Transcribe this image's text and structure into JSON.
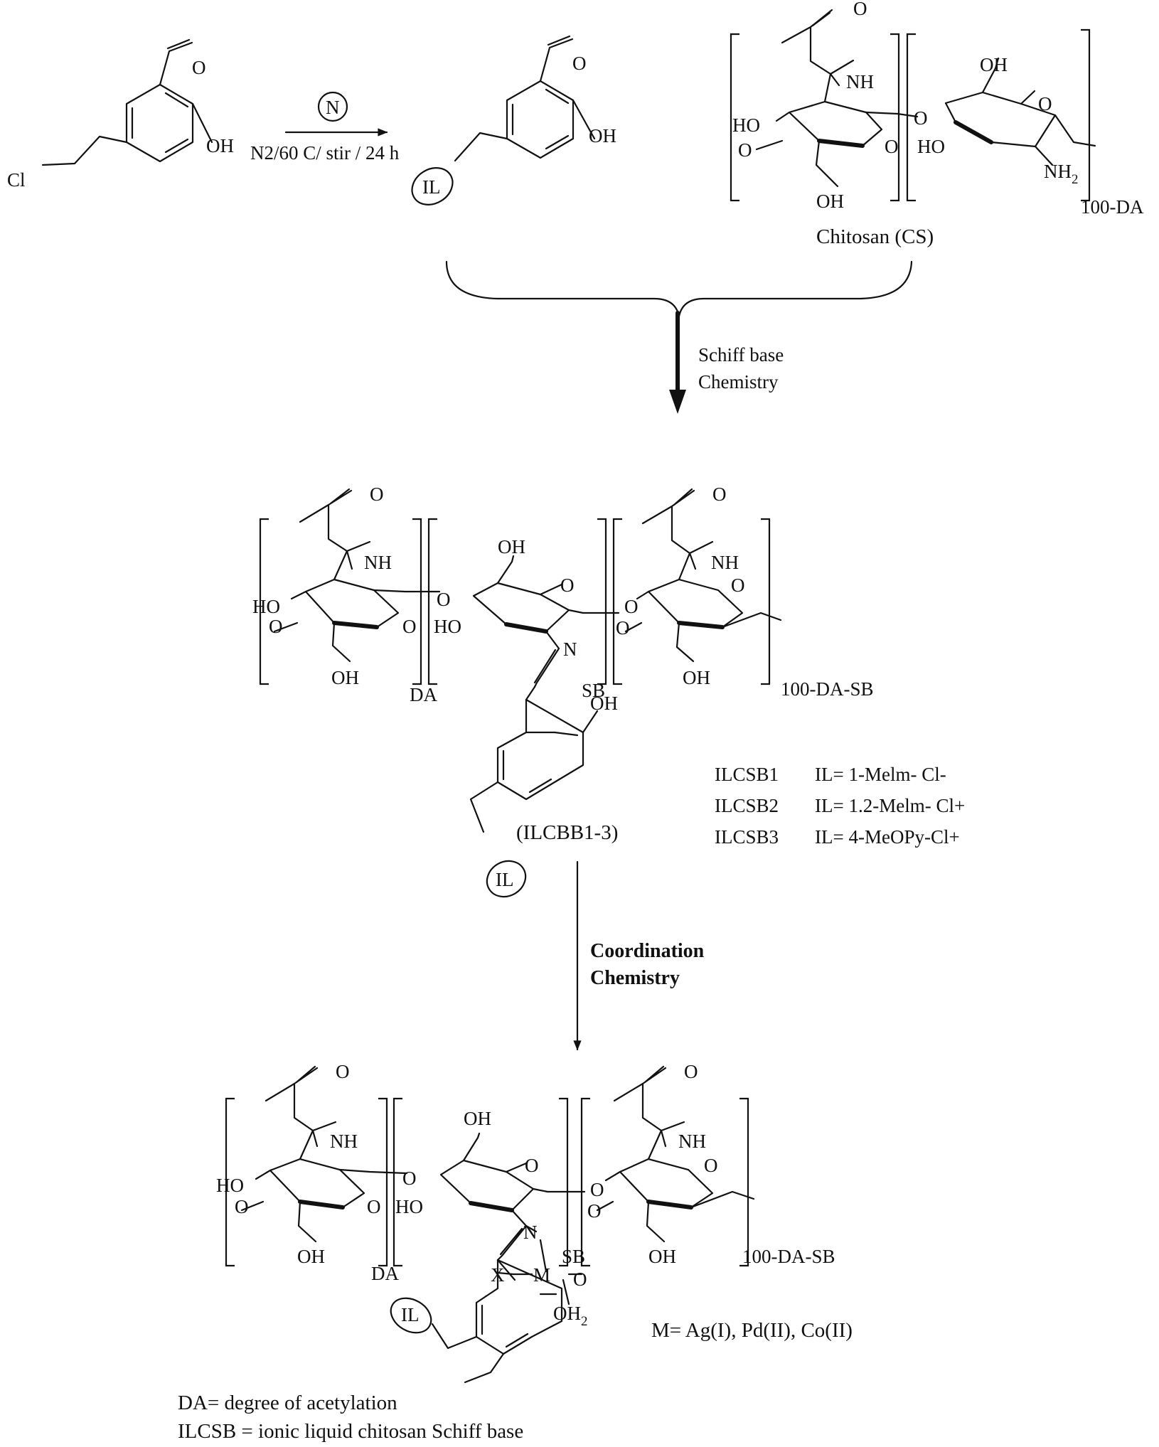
{
  "reactant": {
    "cl": "Cl",
    "oh": "OH",
    "o": "O"
  },
  "reagent": {
    "n_ring": "N",
    "conditions": "N2/60 C/ stir / 24 h"
  },
  "intermediate": {
    "oh": "OH",
    "o": "O",
    "il": "IL"
  },
  "chitosan": {
    "name": "Chitosan (CS)",
    "repeat": "100-DA",
    "atoms": {
      "o": "O",
      "nh": "NH",
      "ho": "HO",
      "oh": "OH",
      "nh2": "NH2"
    }
  },
  "step1": {
    "line1": "Schiff base",
    "line2": "Chemistry"
  },
  "product1": {
    "atoms": {
      "o": "O",
      "nh": "NH",
      "ho": "HO",
      "oh": "OH",
      "n": "N",
      "il": "IL"
    },
    "sub_da": "DA",
    "sub_sb": "SB",
    "sub_rest": "100-DA-SB",
    "name": "(ILCBB1-3)",
    "variants": [
      {
        "code": "ILCSB1",
        "il": "IL= 1-Melm- Cl-"
      },
      {
        "code": "ILCSB2",
        "il": "IL= 1.2-Melm- Cl+"
      },
      {
        "code": "ILCSB3",
        "il": "IL= 4-MeOPy-Cl+"
      }
    ]
  },
  "step2": {
    "line1": "Coordination",
    "line2": "Chemistry"
  },
  "product2": {
    "atoms": {
      "o": "O",
      "nh": "NH",
      "ho": "HO",
      "oh": "OH",
      "n": "N",
      "x": "X",
      "m": "M",
      "oh2": "OH2",
      "il": "IL"
    },
    "sub_da": "DA",
    "sub_sb": "SB",
    "sub_rest": "100-DA-SB",
    "metals": "M= Ag(I), Pd(II), Co(II)"
  },
  "legend": {
    "da": "DA= degree of acetylation",
    "ilcsb": "ILCSB = ionic liquid chitosan Schiff base"
  }
}
